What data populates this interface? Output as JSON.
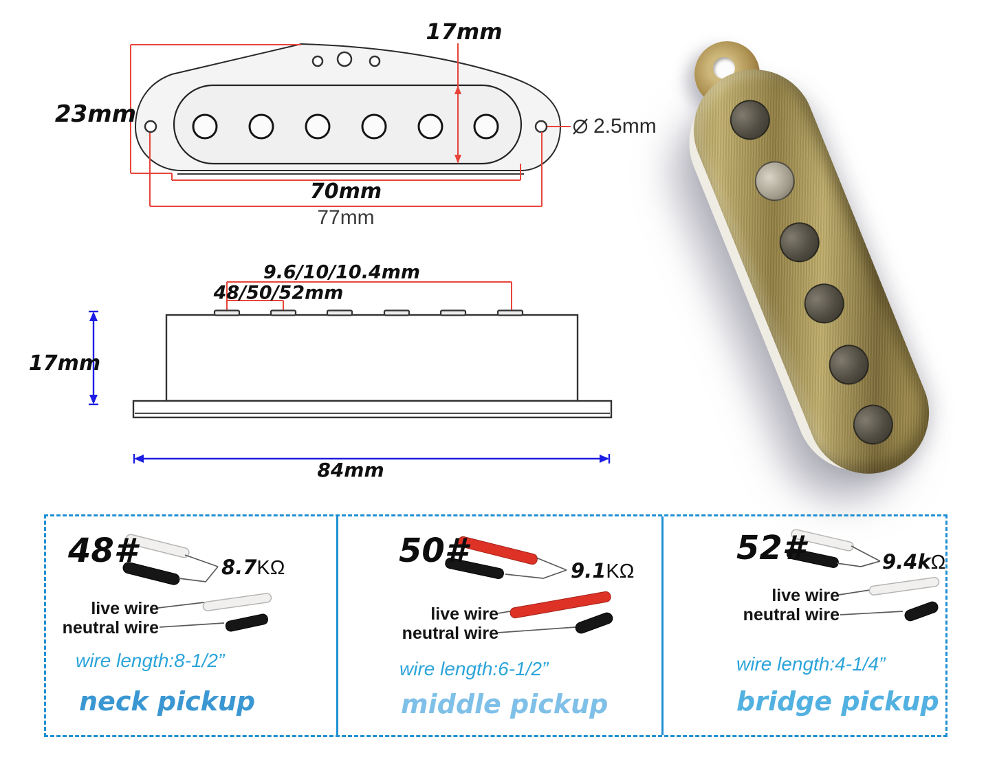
{
  "colors": {
    "dimension_red": "#e8443a",
    "dimension_blue": "#1c1ce4",
    "panel_border_blue": "#1e8fd2",
    "wire_length_blue": "#2ba4da",
    "neck_name_blue": "#3b97d2",
    "middle_name_blue": "#7fc0e8",
    "bridge_name_blue": "#52b1e0",
    "brass_cover": "#ab9854"
  },
  "top_view": {
    "coil_height": "17mm",
    "plate_height": "23mm",
    "mount_hole_diameter": "2.5mm",
    "coil_length": "70mm",
    "mount_hole_spacing": "77mm"
  },
  "side_view": {
    "pole_diameter": "9.6/10/10.4mm",
    "pole_spread": "48/50/52mm",
    "body_height": "17mm",
    "baseplate_length": "84mm"
  },
  "panels": [
    {
      "gauge": "48#",
      "resistance_value": "8.7",
      "resistance_unit": "KΩ",
      "live_wire_label": "live wire",
      "neutral_wire_label": "neutral wire",
      "wire_length": "wire length:8-1/2”",
      "pickup_name": "neck pickup",
      "wire_hex": "#f1f0ee",
      "name_hex": "#3b97d2"
    },
    {
      "gauge": "50#",
      "resistance_value": "9.1",
      "resistance_unit": "KΩ",
      "live_wire_label": "live wire",
      "neutral_wire_label": "neutral wire",
      "wire_length": "wire length:6-1/2”",
      "pickup_name": "middle pickup",
      "wire_hex": "#de3226",
      "name_hex": "#7fc0e8"
    },
    {
      "gauge": "52#",
      "resistance_value": "9.4k",
      "resistance_unit": "Ω",
      "live_wire_label": "live wire",
      "neutral_wire_label": "neutral wire",
      "wire_length": "wire length:4-1/4”",
      "pickup_name": "bridge pickup",
      "wire_hex": "#f1f0ee",
      "name_hex": "#52b1e0"
    }
  ]
}
